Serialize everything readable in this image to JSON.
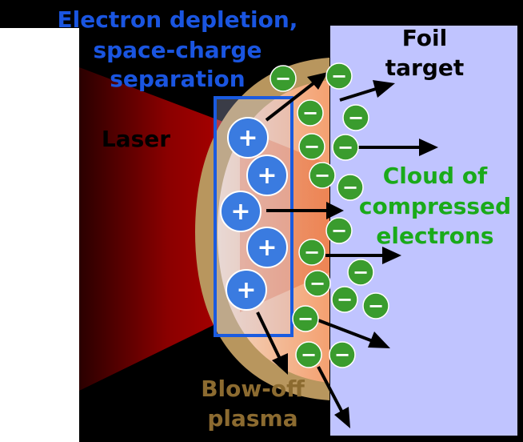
{
  "labels": {
    "depletion": [
      "Electron depletion,",
      "space-charge",
      "separation"
    ],
    "foil": [
      "Foil",
      "target"
    ],
    "laser": "Laser",
    "cloud": [
      "Cloud of",
      "compressed",
      "electrons"
    ],
    "plasma": [
      "Blow-off",
      "plasma"
    ]
  },
  "symbols": {
    "positive": "+",
    "negative": "−"
  },
  "colors": {
    "background": "#000000",
    "foil_fill": "#c0c4ff",
    "laser_red": "#b00000",
    "plasma_tan": "#b8965e",
    "ion_blue": "#3a7be0",
    "electron_green": "#3a9c2e",
    "depletion_text": "#1a55e0",
    "cloud_text": "#1aaa1a",
    "plasma_text": "#8c6b30"
  }
}
